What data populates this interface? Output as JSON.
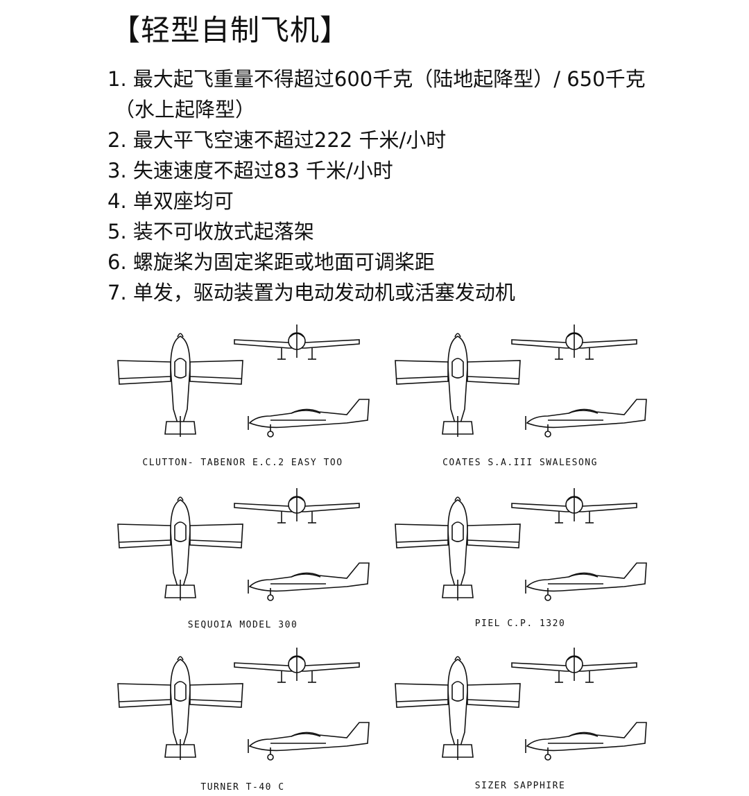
{
  "title": "【轻型自制飞机】",
  "rules": [
    {
      "line1": "1. 最大起飞重量不得超过600千克（陆地起降型）/ 650千克",
      "line2": "（水上起降型）"
    },
    {
      "line1": "2. 最大平飞空速不超过222 千米/小时"
    },
    {
      "line1": "3. 失速速度不超过83 千米/小时"
    },
    {
      "line1": "4. 单双座均可"
    },
    {
      "line1": "5. 装不可收放式起落架"
    },
    {
      "line1": "6. 螺旋桨为固定桨距或地面可调桨距"
    },
    {
      "line1": "7. 单发，驱动装置为电动发动机或活塞发动机"
    }
  ],
  "aircraft": [
    {
      "name": "CLUTTON- TABENOR E.C.2 EASY TOO"
    },
    {
      "name": "COATES S.A.III SWALESONG"
    },
    {
      "name": "SEQUOIA MODEL 300"
    },
    {
      "name": "PIEL C.P. 1320"
    },
    {
      "name": "TURNER T-40 C"
    },
    {
      "name": "SIZER SAPPHIRE"
    }
  ]
}
